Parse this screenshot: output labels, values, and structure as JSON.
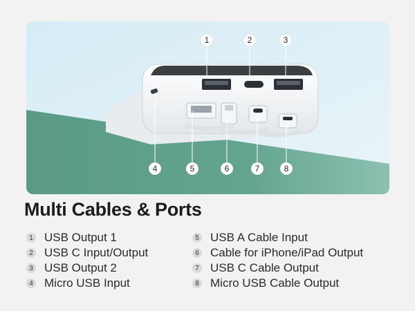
{
  "title": "Multi Cables & Ports",
  "callouts": [
    "1",
    "2",
    "3",
    "4",
    "5",
    "6",
    "7",
    "8"
  ],
  "legend": [
    {
      "num": "1",
      "label": "USB Output 1"
    },
    {
      "num": "2",
      "label": "USB C Input/Output"
    },
    {
      "num": "3",
      "label": "USB Output 2"
    },
    {
      "num": "4",
      "label": "Micro USB Input"
    },
    {
      "num": "5",
      "label": "USB A Cable Input"
    },
    {
      "num": "6",
      "label": "Cable for iPhone/iPad Output"
    },
    {
      "num": "7",
      "label": "USB C Cable Output"
    },
    {
      "num": "8",
      "label": "Micro USB Cable Output"
    }
  ],
  "colors": {
    "background": "#f2f2f2",
    "sky": "#cfe6f2",
    "table": "#5f9e8a",
    "device": "#ffffff"
  }
}
